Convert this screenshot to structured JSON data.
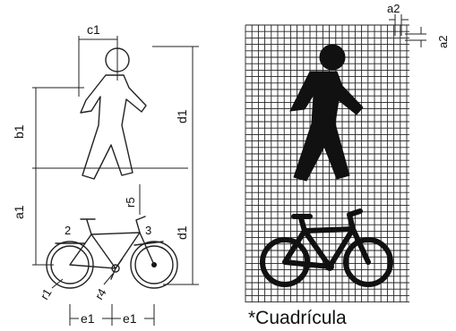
{
  "labels": {
    "c1": "c1",
    "b1": "b1",
    "d1_top": "d1",
    "a1": "a1",
    "r5": "r5",
    "d1_bottom": "d1",
    "r1": "r1",
    "r2": "2",
    "r3": "3",
    "r4": "r4",
    "e1_left": "e1",
    "e1_right": "e1",
    "a2_top": "a2",
    "a2_side": "a2"
  },
  "caption": "*Cuadrícula"
}
